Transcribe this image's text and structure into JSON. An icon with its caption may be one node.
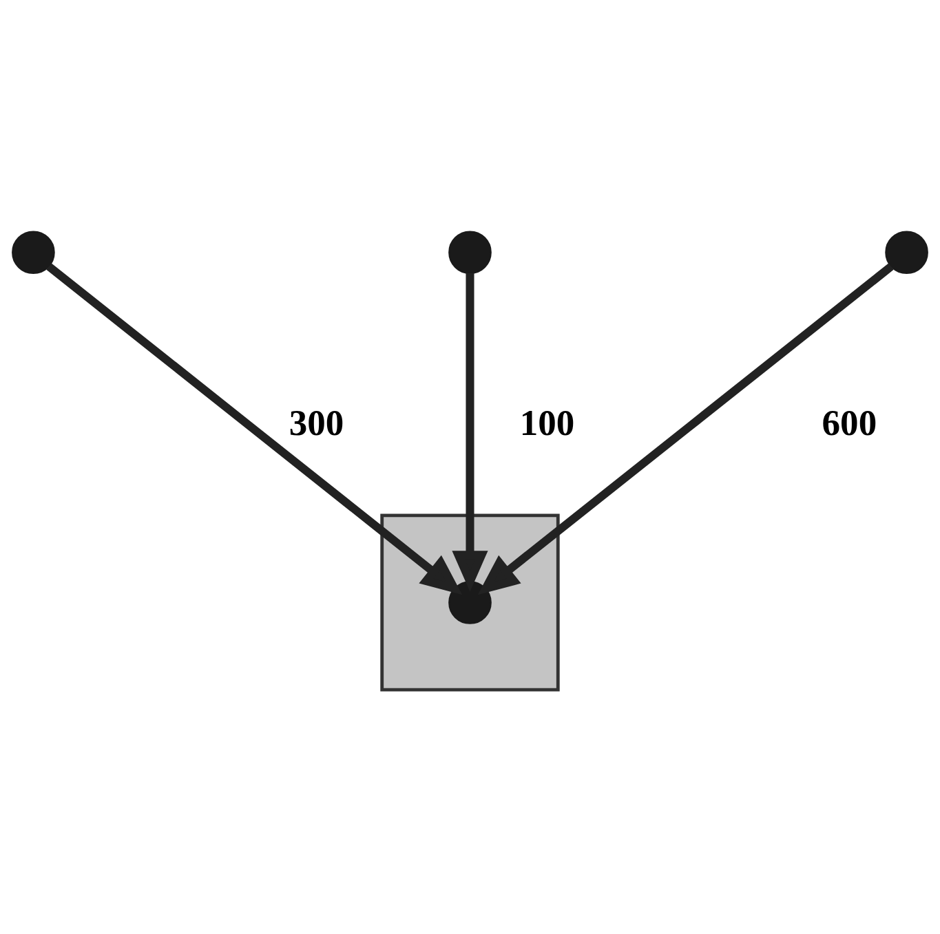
{
  "diagram": {
    "nodes": [
      {
        "text": [],
        "shape": "box"
      },
      {
        "text": [],
        "shape": "circle"
      },
      {
        "text": [],
        "shape": "circle",
        "in": 0
      },
      {
        "text": [],
        "shape": "circle"
      },
      {
        "text": [],
        "shape": "circle"
      }
    ],
    "edges": [
      {
        "from": 1,
        "to": 2,
        "arrow": "to",
        "label": "300"
      },
      {
        "from": 3,
        "to": 2,
        "arrow": "to",
        "label": "100"
      },
      {
        "from": 4,
        "to": 2,
        "arrow": "to",
        "label": "600"
      }
    ]
  }
}
